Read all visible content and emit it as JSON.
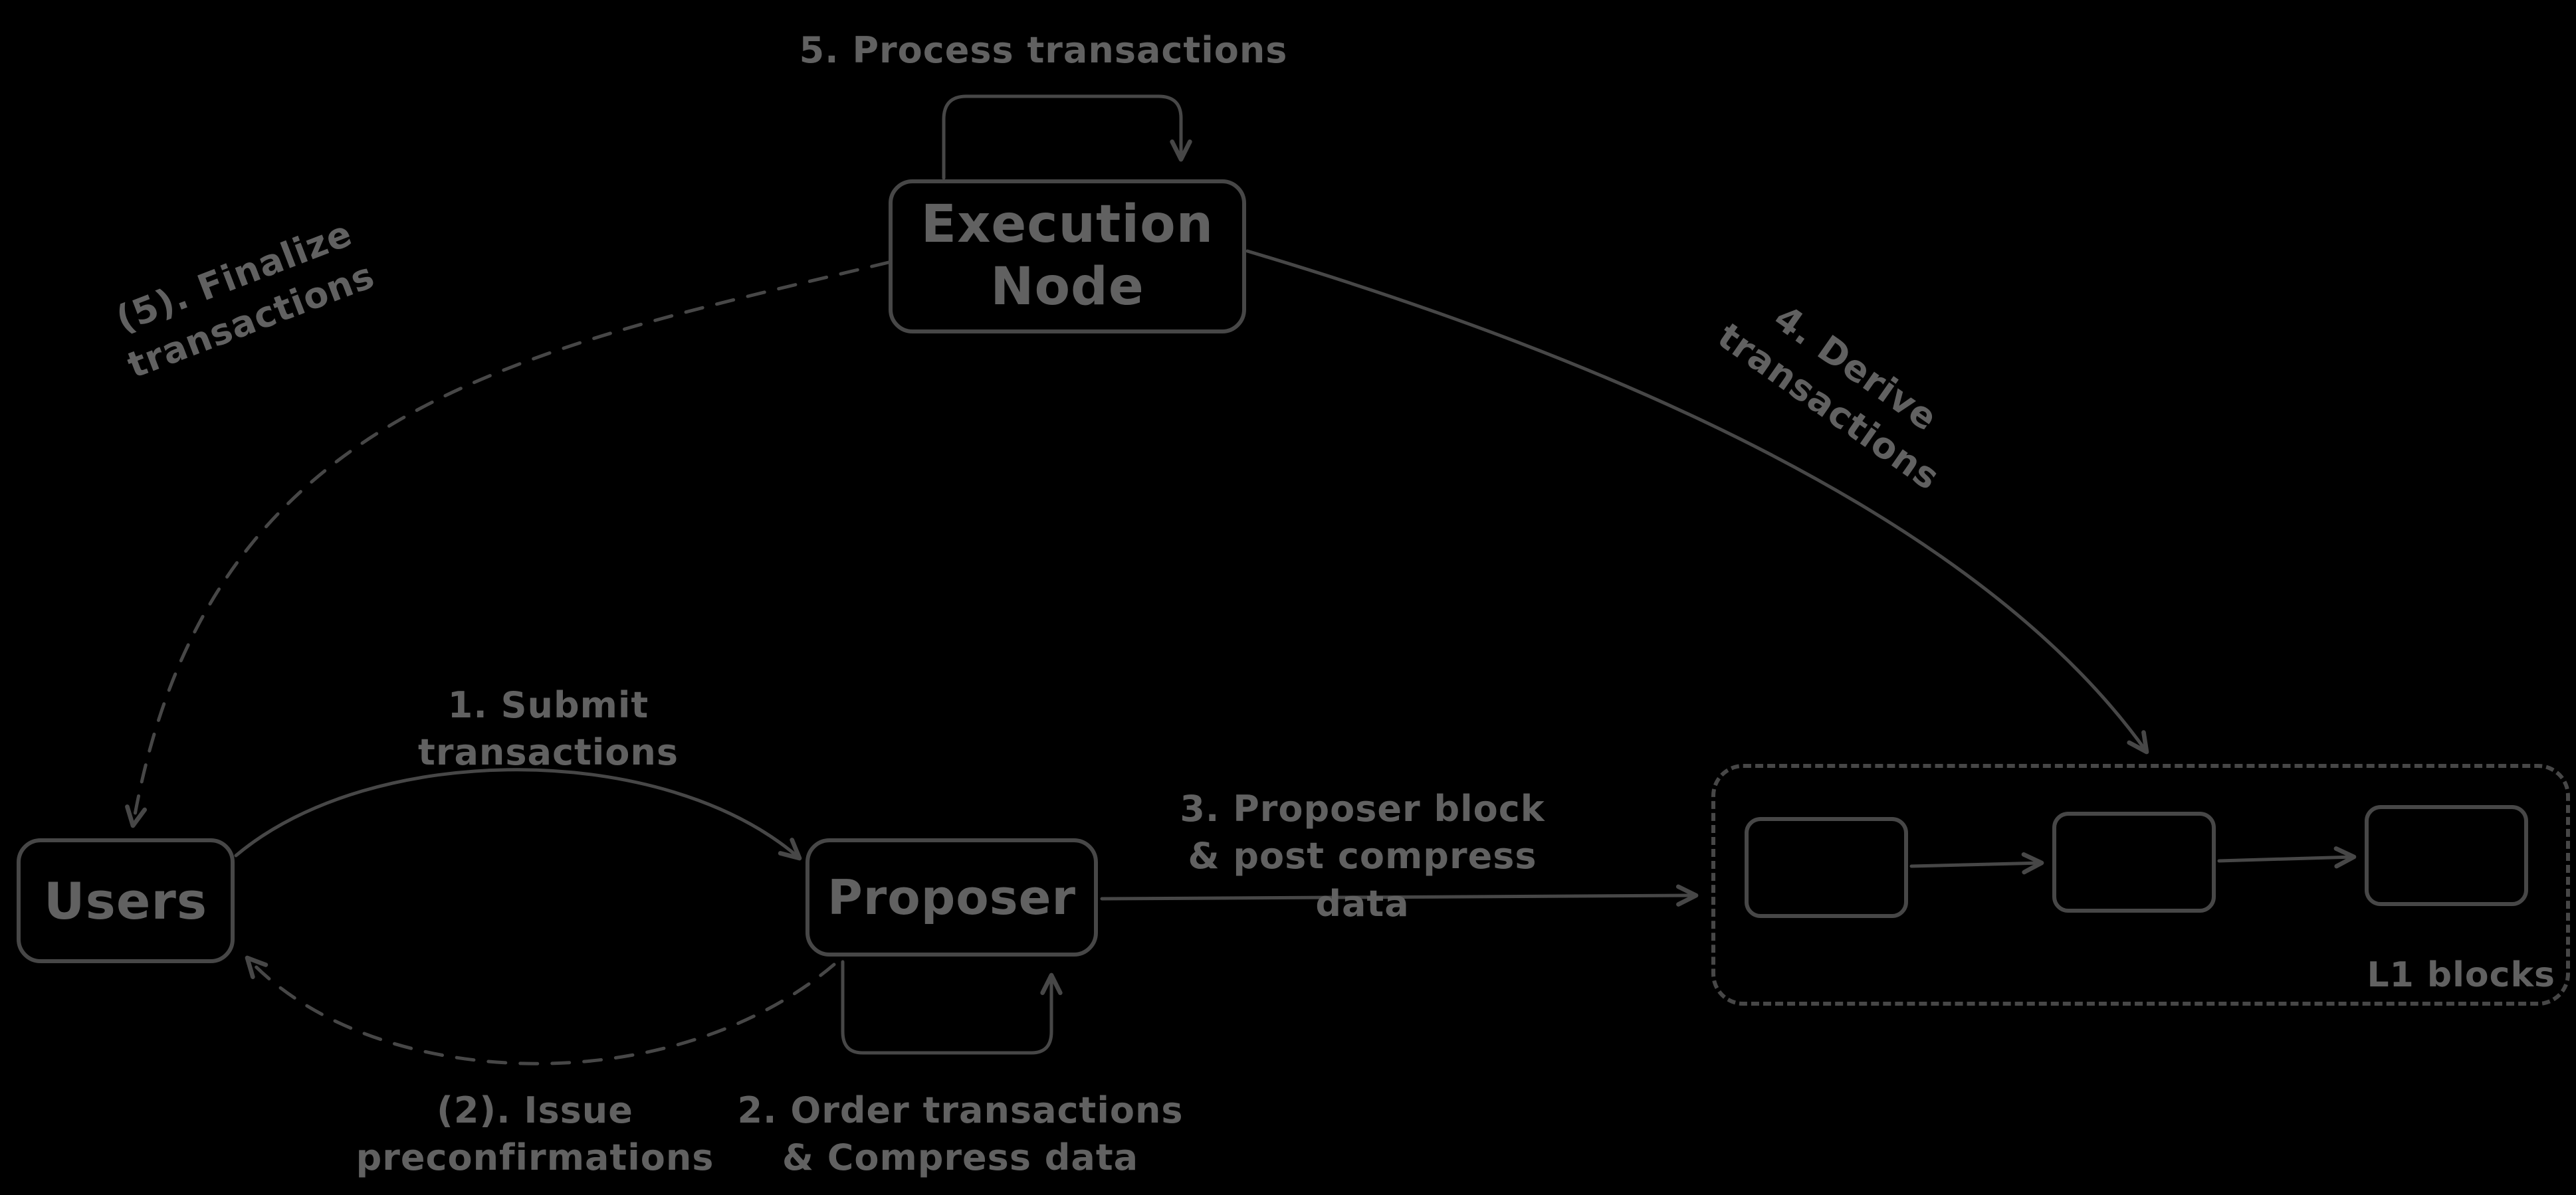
{
  "canvas": {
    "colors": {
      "bg": "#000000",
      "stroke": "#474747",
      "text": "#616161"
    }
  },
  "nodes": {
    "execution_node": {
      "line1": "Execution",
      "line2": "Node"
    },
    "users": {
      "label": "Users"
    },
    "proposer": {
      "label": "Proposer"
    },
    "l1_blocks": {
      "label": "L1 blocks"
    }
  },
  "edges": {
    "process_transactions": {
      "label": "5. Process transactions"
    },
    "finalize_transactions": {
      "line1": "(5). Finalize",
      "line2": "transactions"
    },
    "derive_transactions": {
      "label": "4. Derive transactions"
    },
    "submit_transactions": {
      "label": "1. Submit transactions"
    },
    "issue_preconfirmations": {
      "line1": "(2). Issue",
      "line2": "preconfirmations"
    },
    "order_transactions": {
      "line1": "2. Order transactions",
      "line2": "& Compress data"
    },
    "proposer_block_post": {
      "line1": "3. Proposer block",
      "line2": "& post compress data"
    }
  }
}
